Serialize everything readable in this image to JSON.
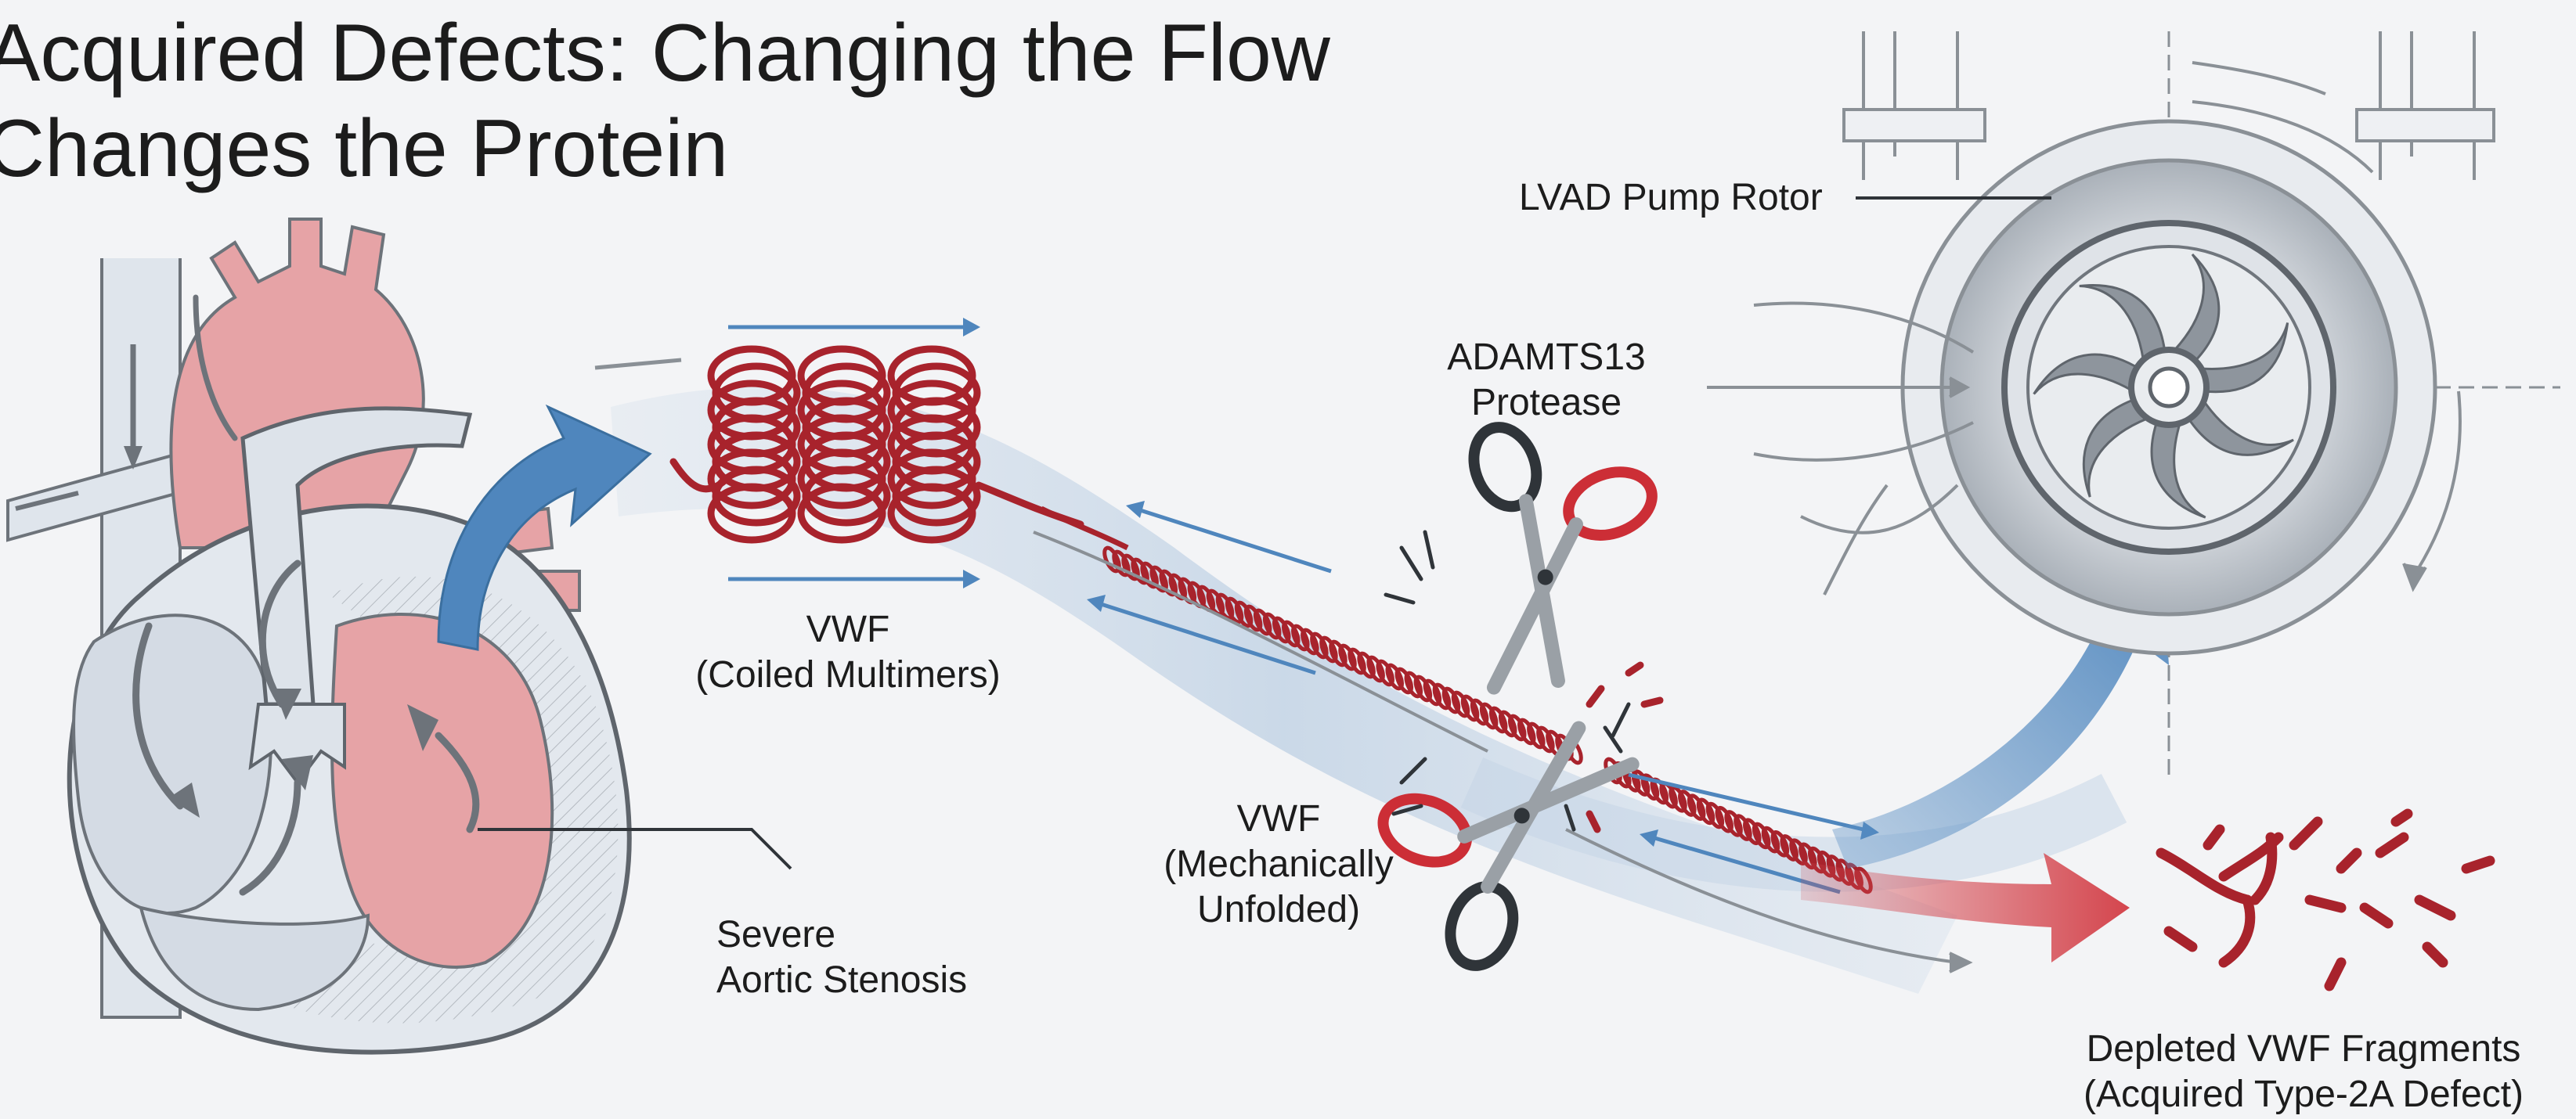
{
  "title": {
    "line1": "Acquired Defects: Changing the Flow",
    "line2": "Changes the Protein"
  },
  "labels": {
    "lvad": "LVAD Pump Rotor",
    "adamts_line1": "ADAMTS13",
    "adamts_line2": "Protease",
    "vwf_coiled_line1": "VWF",
    "vwf_coiled_line2": "(Coiled Multimers)",
    "vwf_unfolded_line1": "VWF",
    "vwf_unfolded_line2": "(Mechanically",
    "vwf_unfolded_line3": "Unfolded)",
    "stenosis_line1": "Severe",
    "stenosis_line2": "Aortic Stenosis",
    "fragments_line1": "Depleted VWF Fragments",
    "fragments_line2": "(Acquired Type-2A Defect)"
  },
  "colors": {
    "background": "#f3f4f6",
    "vwf_red": "#a8232c",
    "heart_pink": "#e6a3a6",
    "flow_blue": "#4f86bd",
    "scissor_red": "#cc2e36",
    "line_gray": "#7d838a"
  }
}
